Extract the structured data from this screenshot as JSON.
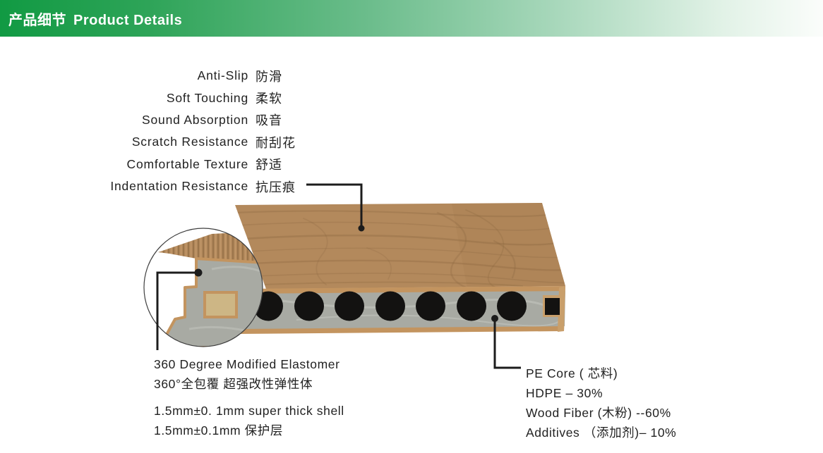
{
  "header": {
    "title_zh": "产品细节",
    "title_en": "Product Details"
  },
  "features": [
    {
      "en": "Anti-Slip",
      "zh": "防滑"
    },
    {
      "en": "Soft Touching",
      "zh": "柔软"
    },
    {
      "en": "Sound Absorption",
      "zh": "吸音"
    },
    {
      "en": "Scratch Resistance",
      "zh": "耐刮花"
    },
    {
      "en": "Comfortable Texture",
      "zh": "舒适"
    },
    {
      "en": "Indentation Resistance",
      "zh": "抗压痕"
    }
  ],
  "shell_note": {
    "lines": [
      "360 Degree Modified Elastomer",
      "360°全包覆  超强改性弹性体",
      "1.5mm±0. 1mm  super thick shell",
      "1.5mm±0.1mm 保护层"
    ]
  },
  "core_note": {
    "lines": [
      "PE Core ( 芯料)",
      "HDPE – 30%",
      "Wood Fiber (木粉) --60%",
      "Additives （添加剂)– 10%"
    ]
  },
  "colors": {
    "header_green": "#119a43",
    "wood": "#b3895c",
    "wood_grain": "#8f6a42",
    "shell_brown": "#c3945f",
    "shell_brown_light": "#c99f6b",
    "core_gray": "#a8aaa3",
    "hole_black": "#131211",
    "groove_khaki": "#cdb685",
    "callout_line": "#1c1c1c"
  }
}
